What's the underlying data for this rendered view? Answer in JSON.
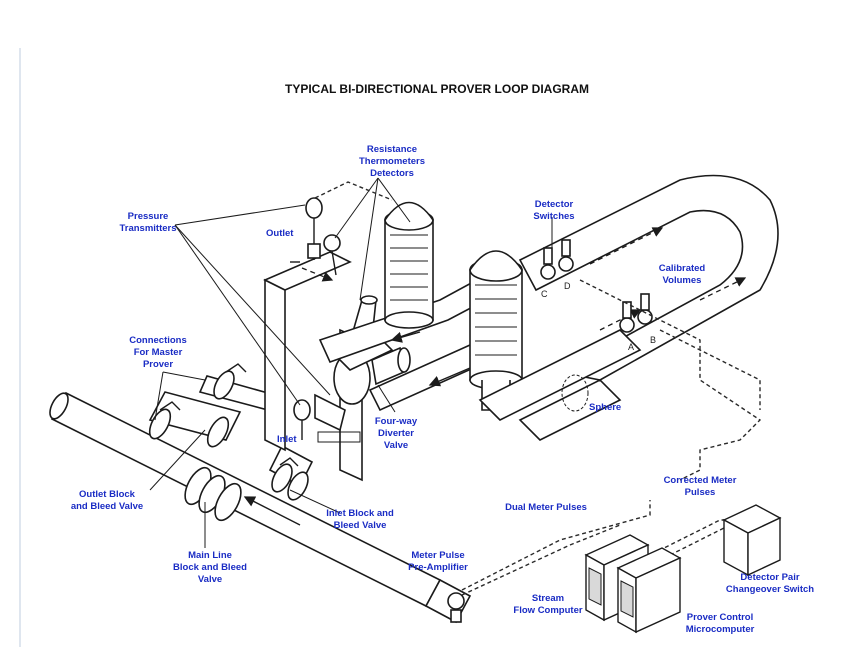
{
  "title": "TYPICAL BI-DIRECTIONAL PROVER LOOP DIAGRAM",
  "labels": {
    "rtd_1": "Resistance",
    "rtd_2": "Thermometers",
    "rtd_3": "Detectors",
    "pressure_1": "Pressure",
    "pressure_2": "Transmitters",
    "outlet": "Outlet",
    "detector_switches_1": "Detector",
    "detector_switches_2": "Switches",
    "calibrated_1": "Calibrated",
    "calibrated_2": "Volumes",
    "connections_1": "Connections",
    "connections_2": "For Master",
    "connections_3": "Prover",
    "sphere": "Sphere",
    "inlet": "Inlet",
    "fourway_1": "Four-way",
    "fourway_2": "Diverter",
    "fourway_3": "Valve",
    "outlet_block_1": "Outlet Block",
    "outlet_block_2": "and Bleed Valve",
    "inlet_block_1": "Inlet Block and",
    "inlet_block_2": "Bleed Valve",
    "mainline_1": "Main Line",
    "mainline_2": "Block and Bleed",
    "mainline_3": "Valve",
    "dual_pulses": "Dual Meter Pulses",
    "corrected_1": "Corrected Meter",
    "corrected_2": "Pulses",
    "preamp_1": "Meter Pulse",
    "preamp_2": "Pre-Amplifier",
    "stream_1": "Stream",
    "stream_2": "Flow Computer",
    "prover_ctrl_1": "Prover Control",
    "prover_ctrl_2": "Microcomputer",
    "changeover_1": "Detector Pair",
    "changeover_2": "Changeover Switch"
  },
  "switch_letters": {
    "a": "A",
    "b": "B",
    "c": "C",
    "d": "D"
  }
}
